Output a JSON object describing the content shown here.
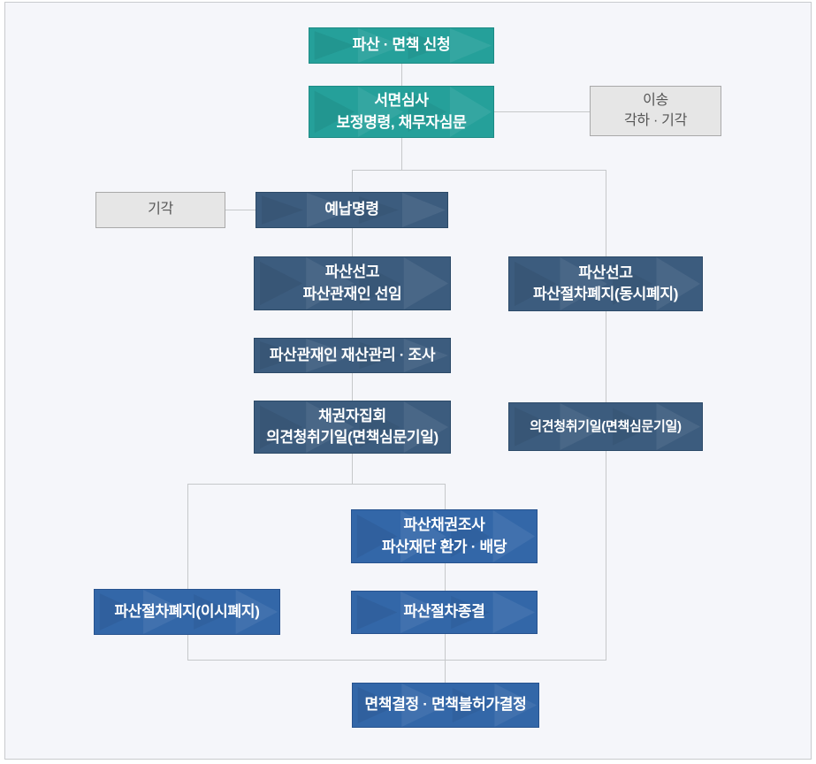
{
  "diagram": {
    "background_color": "#f5f6fa",
    "colors": {
      "teal": "#25a09a",
      "slate_blue": "#3c5c7e",
      "bright_blue": "#3367a8",
      "gray_fill": "#e6e6e6",
      "connector_line": "#c6c8ca",
      "gray_text": "#555555",
      "box_text": "#ffffff"
    },
    "nodes": {
      "apply": {
        "line1": "파산 · 면책 신청"
      },
      "screening": {
        "line1": "서면심사",
        "line2": "보정명령, 채무자심문"
      },
      "transfer": {
        "line1": "이송",
        "line2": "각하 · 기각"
      },
      "rejection": {
        "line1": "기각"
      },
      "deposit": {
        "line1": "예납명령"
      },
      "decl_trustee": {
        "line1": "파산선고",
        "line2": "파산관재인 선임"
      },
      "decl_simul": {
        "line1": "파산선고",
        "line2": "파산절차폐지(동시폐지)"
      },
      "asset_mgmt": {
        "line1": "파산관재인 재산관리 · 조사"
      },
      "creditors": {
        "line1": "채권자집회",
        "line2": "의견청취기일(면책심문기일)"
      },
      "hearing": {
        "line1": "의견청취기일(면책심문기일)"
      },
      "claims": {
        "line1": "파산채권조사",
        "line2": "파산재단 환가 · 배당"
      },
      "abolition": {
        "line1": "파산절차폐지(이시폐지)"
      },
      "closure": {
        "line1": "파산절차종결"
      },
      "discharge": {
        "line1": "면책결정 · 면책불허가결정"
      }
    }
  }
}
